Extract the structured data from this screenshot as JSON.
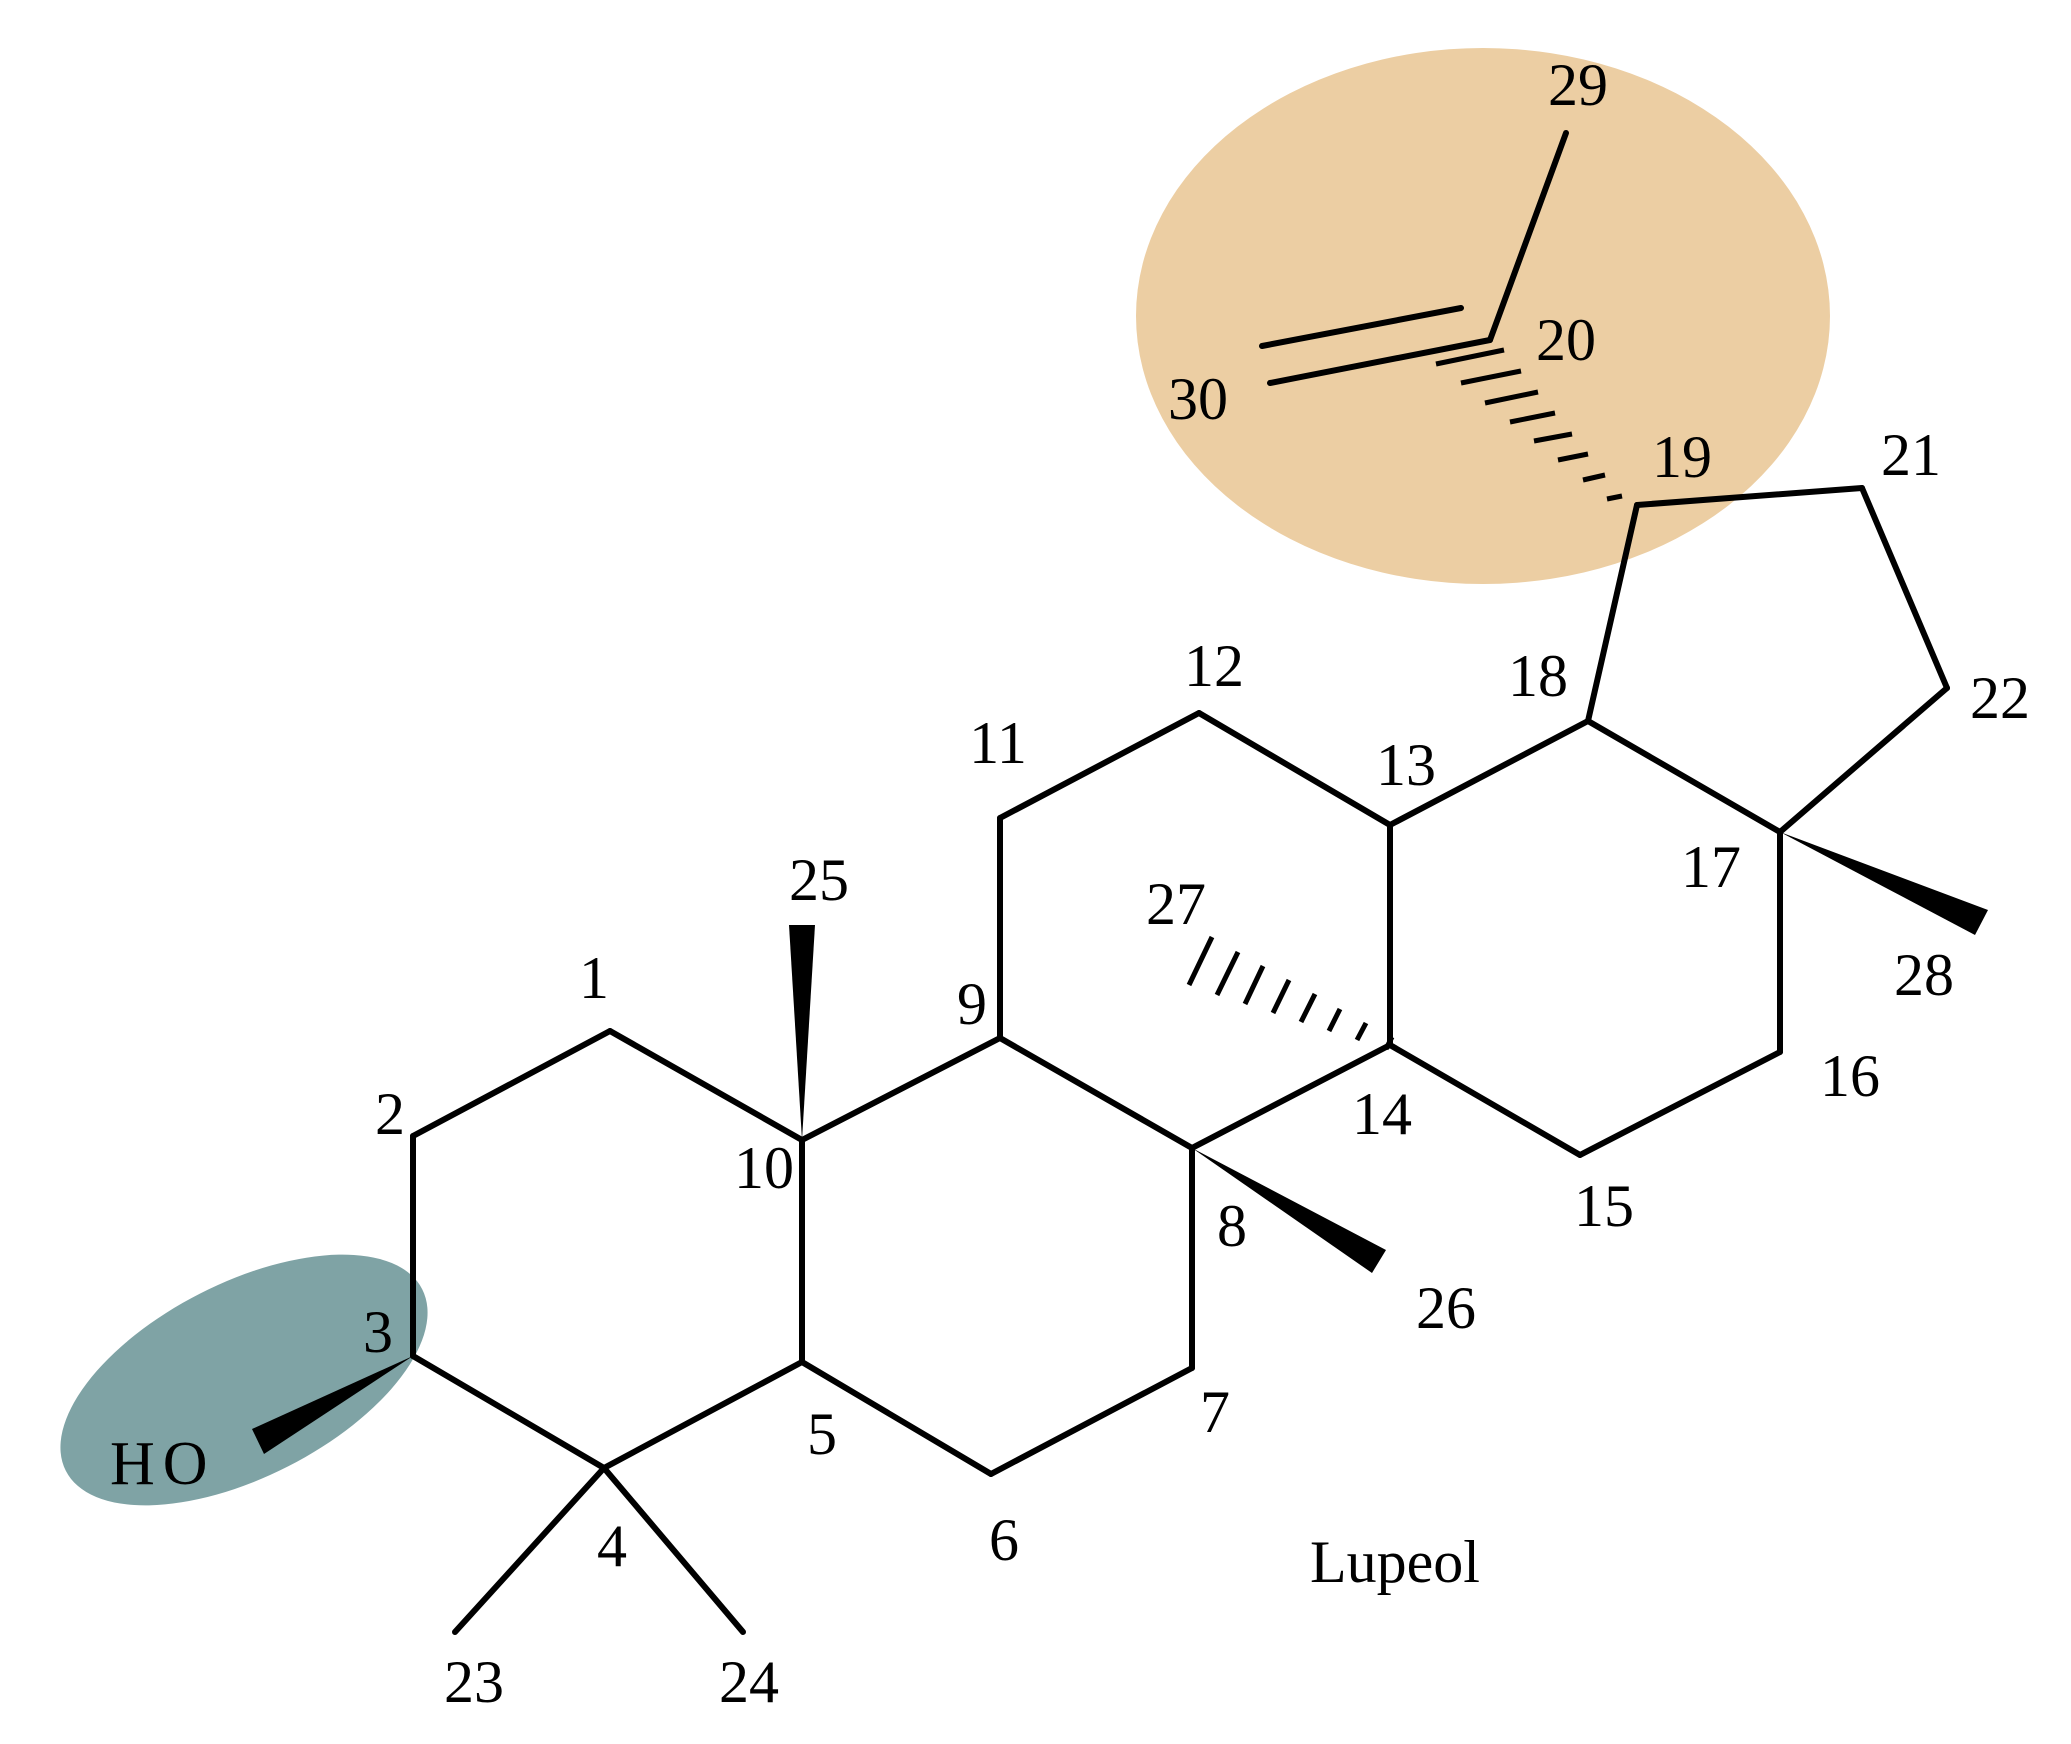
{
  "molecule_name": "Lupeol",
  "hydroxyl_label": "HO",
  "highlight_colors": {
    "hydroxyl_region": "#7fa3a5",
    "isopropenyl_region": "#ecceA3"
  },
  "atom_labels": {
    "c1": "1",
    "c2": "2",
    "c3": "3",
    "c4": "4",
    "c5": "5",
    "c6": "6",
    "c7": "7",
    "c8": "8",
    "c9": "9",
    "c10": "10",
    "c11": "11",
    "c12": "12",
    "c13": "13",
    "c14": "14",
    "c15": "15",
    "c16": "16",
    "c17": "17",
    "c18": "18",
    "c19": "19",
    "c20": "20",
    "c21": "21",
    "c22": "22",
    "c23": "23",
    "c24": "24",
    "c25": "25",
    "c26": "26",
    "c27": "27",
    "c28": "28",
    "c29": "29",
    "c30": "30"
  }
}
